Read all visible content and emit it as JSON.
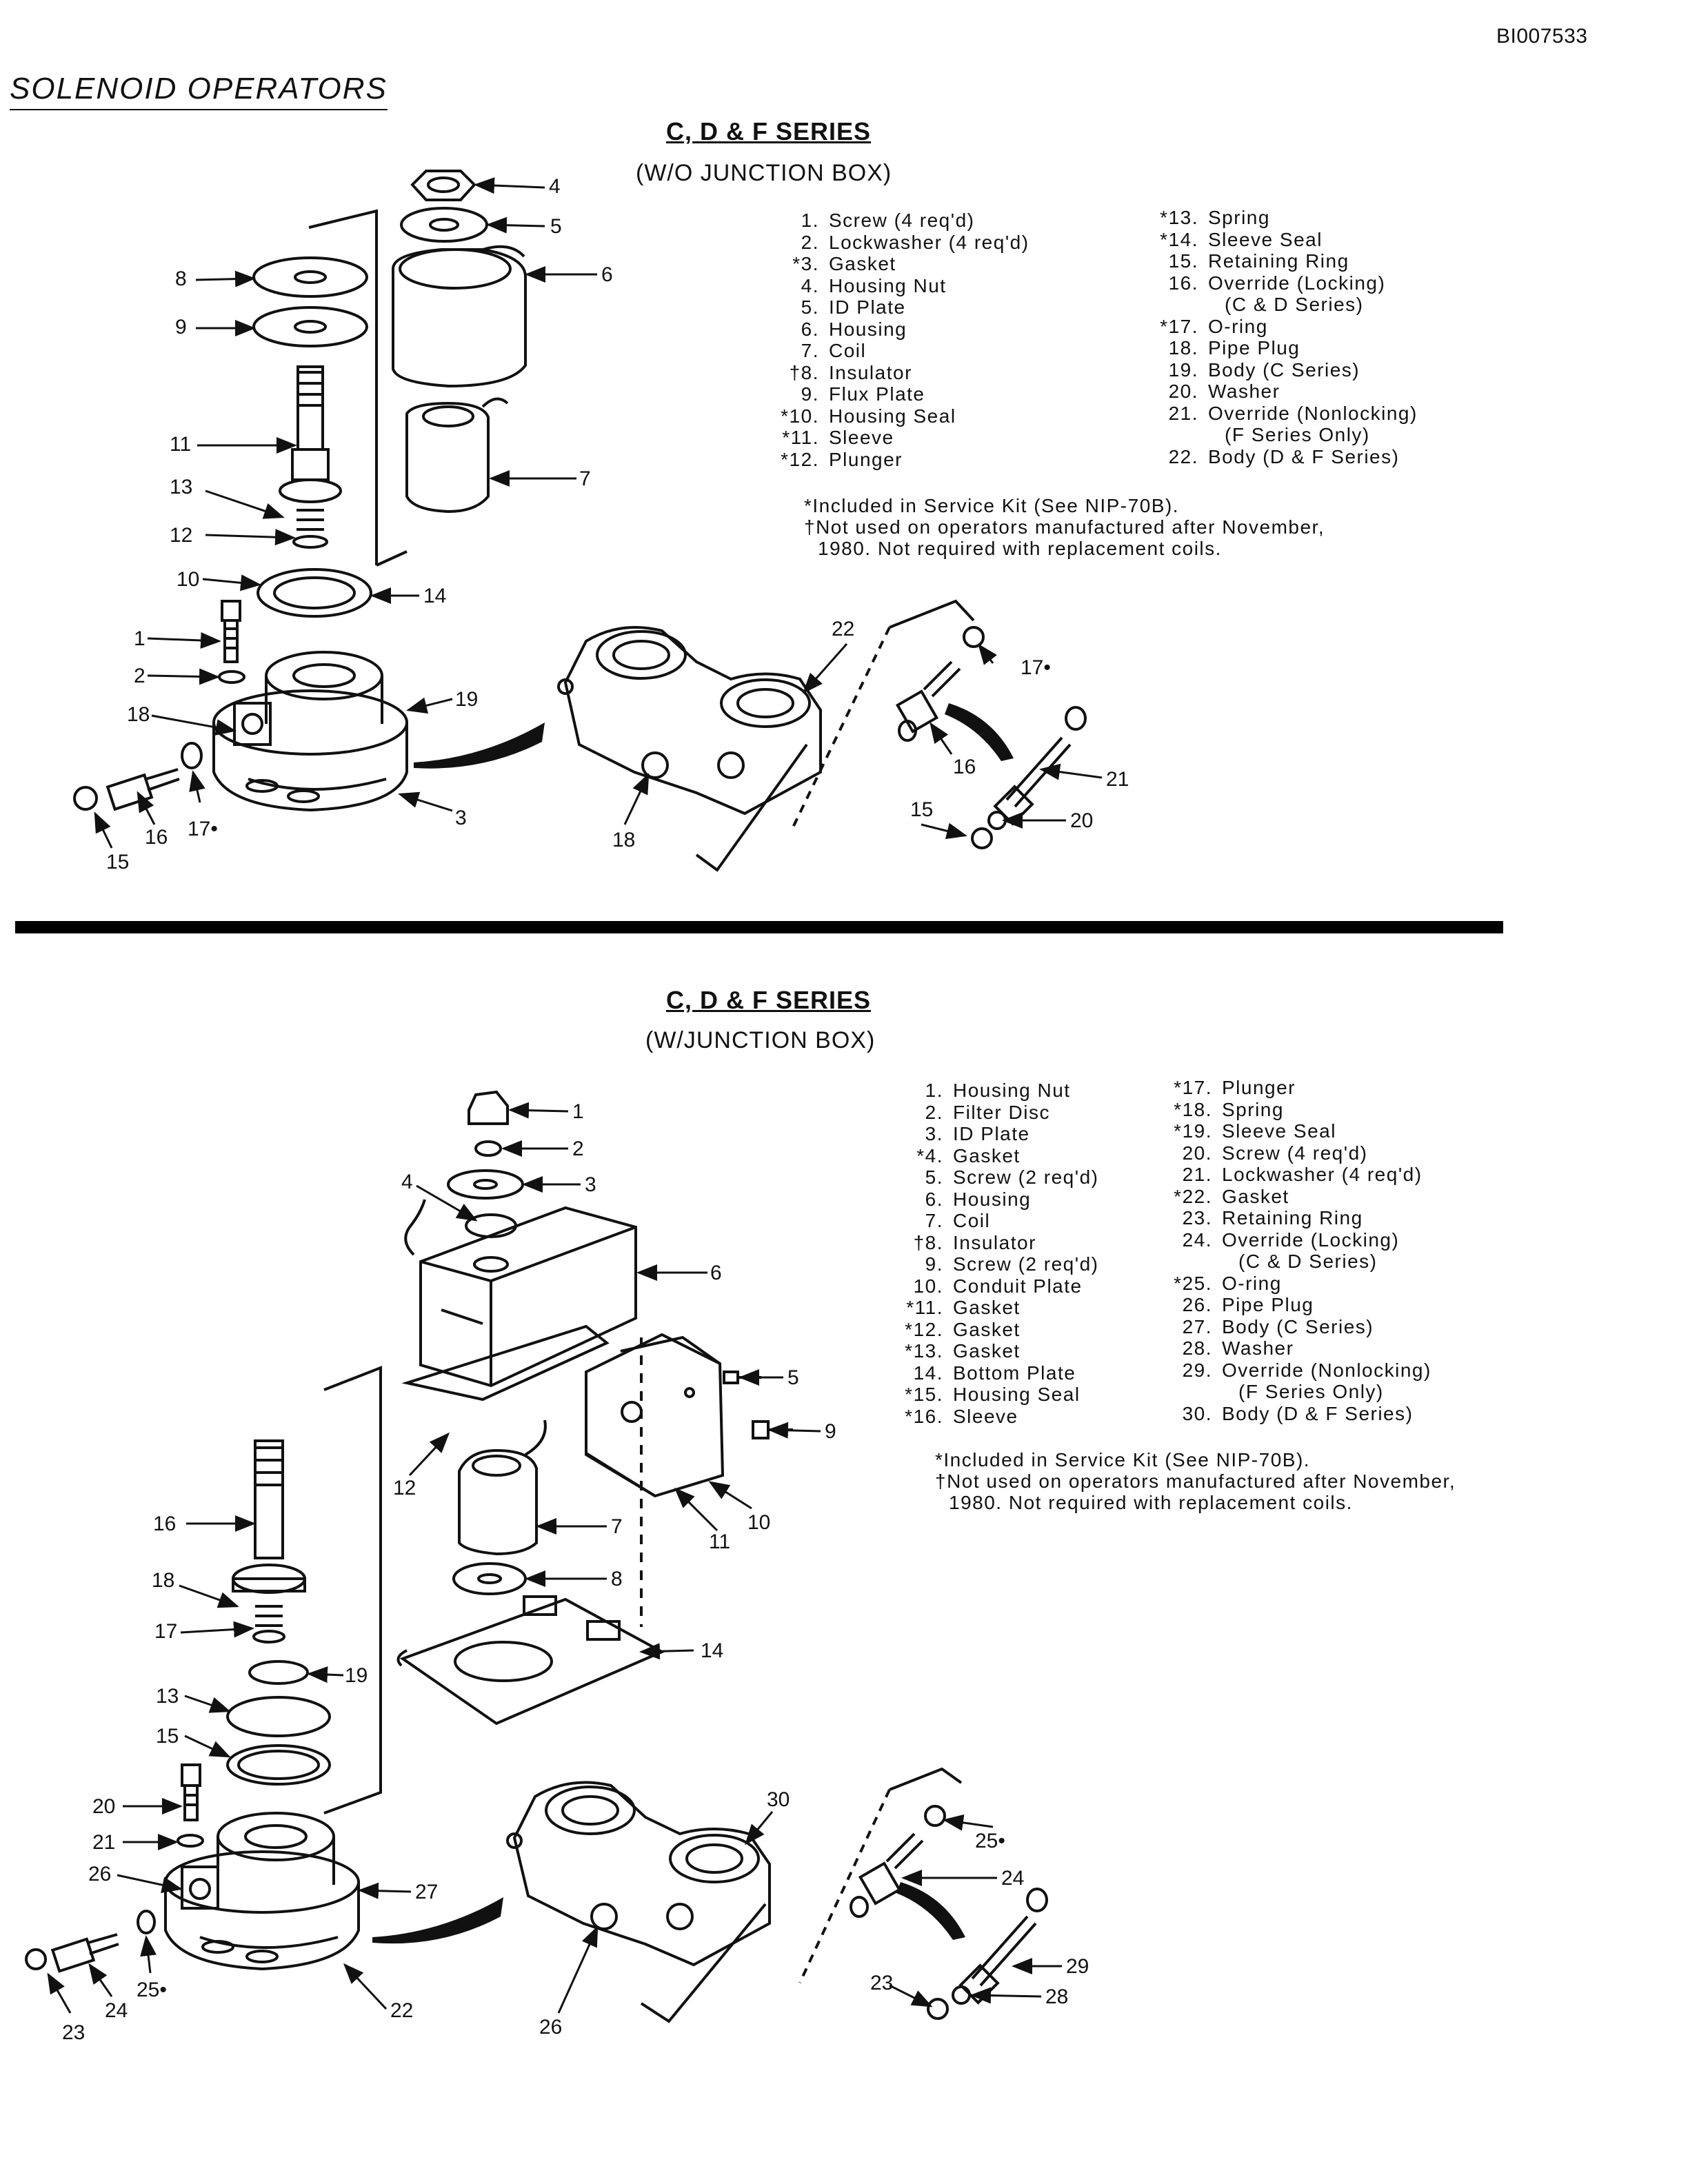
{
  "doc_id": "BI007533",
  "page_title": "SOLENOID OPERATORS",
  "sections": [
    {
      "title": "C, D & F SERIES",
      "subtitle": "(W/O JUNCTION BOX)",
      "parts_col1": [
        {
          "num": "1.",
          "name": "Screw (4 req'd)"
        },
        {
          "num": "2.",
          "name": "Lockwasher (4 req'd)"
        },
        {
          "num": "*3.",
          "name": "Gasket"
        },
        {
          "num": "4.",
          "name": "Housing Nut"
        },
        {
          "num": "5.",
          "name": "ID Plate"
        },
        {
          "num": "6.",
          "name": "Housing"
        },
        {
          "num": "7.",
          "name": "Coil"
        },
        {
          "num": "†8.",
          "name": "Insulator"
        },
        {
          "num": "9.",
          "name": "Flux Plate"
        },
        {
          "num": "*10.",
          "name": "Housing Seal"
        },
        {
          "num": "*11.",
          "name": "Sleeve"
        },
        {
          "num": "*12.",
          "name": "Plunger"
        }
      ],
      "parts_col2": [
        {
          "num": "*13.",
          "name": "Spring"
        },
        {
          "num": "*14.",
          "name": "Sleeve Seal"
        },
        {
          "num": "15.",
          "name": "Retaining Ring"
        },
        {
          "num": "16.",
          "name": "Override (Locking)"
        },
        {
          "num": "",
          "name": "(C & D Series)"
        },
        {
          "num": "*17.",
          "name": "O-ring"
        },
        {
          "num": "18.",
          "name": "Pipe Plug"
        },
        {
          "num": "19.",
          "name": "Body (C Series)"
        },
        {
          "num": "20.",
          "name": "Washer"
        },
        {
          "num": "21.",
          "name": "Override (Nonlocking)"
        },
        {
          "num": "",
          "name": "(F Series Only)"
        },
        {
          "num": "22.",
          "name": "Body (D & F Series)"
        }
      ],
      "note1": "*Included in Service Kit (See NIP-70B).",
      "note2": "†Not used on operators manufactured after November,",
      "note3": "1980. Not required with replacement coils."
    },
    {
      "title": "C, D & F SERIES",
      "subtitle": "(W/JUNCTION BOX)",
      "parts_col1": [
        {
          "num": "1.",
          "name": "Housing Nut"
        },
        {
          "num": "2.",
          "name": "Filter Disc"
        },
        {
          "num": "3.",
          "name": "ID Plate"
        },
        {
          "num": "*4.",
          "name": "Gasket"
        },
        {
          "num": "5.",
          "name": "Screw (2 req'd)"
        },
        {
          "num": "6.",
          "name": "Housing"
        },
        {
          "num": "7.",
          "name": "Coil"
        },
        {
          "num": "†8.",
          "name": "Insulator"
        },
        {
          "num": "9.",
          "name": "Screw (2 req'd)"
        },
        {
          "num": "10.",
          "name": "Conduit Plate"
        },
        {
          "num": "*11.",
          "name": "Gasket"
        },
        {
          "num": "*12.",
          "name": "Gasket"
        },
        {
          "num": "*13.",
          "name": "Gasket"
        },
        {
          "num": "14.",
          "name": "Bottom Plate"
        },
        {
          "num": "*15.",
          "name": "Housing Seal"
        },
        {
          "num": "*16.",
          "name": "Sleeve"
        }
      ],
      "parts_col2": [
        {
          "num": "*17.",
          "name": "Plunger"
        },
        {
          "num": "*18.",
          "name": "Spring"
        },
        {
          "num": "*19.",
          "name": "Sleeve Seal"
        },
        {
          "num": "20.",
          "name": "Screw (4 req'd)"
        },
        {
          "num": "21.",
          "name": "Lockwasher (4 req'd)"
        },
        {
          "num": "*22.",
          "name": "Gasket"
        },
        {
          "num": "23.",
          "name": "Retaining Ring"
        },
        {
          "num": "24.",
          "name": "Override (Locking)"
        },
        {
          "num": "",
          "name": "(C & D Series)"
        },
        {
          "num": "*25.",
          "name": "O-ring"
        },
        {
          "num": "26.",
          "name": "Pipe Plug"
        },
        {
          "num": "27.",
          "name": "Body (C Series)"
        },
        {
          "num": "28.",
          "name": "Washer"
        },
        {
          "num": "29.",
          "name": "Override (Nonlocking)"
        },
        {
          "num": "",
          "name": "(F Series Only)"
        },
        {
          "num": "30.",
          "name": "Body (D & F Series)"
        }
      ],
      "note1": "*Included in Service Kit (See NIP-70B).",
      "note2": "†Not used on operators manufactured after November,",
      "note3": "1980. Not required with replacement coils."
    }
  ],
  "callouts_top": [
    "4",
    "5",
    "6",
    "8",
    "9",
    "11",
    "13",
    "12",
    "7",
    "10",
    "14",
    "1",
    "2",
    "18",
    "19",
    "3",
    "16",
    "17•",
    "15",
    "22",
    "17•",
    "16",
    "21",
    "15",
    "20",
    "18"
  ],
  "callouts_bottom": [
    "1",
    "2",
    "3",
    "4",
    "6",
    "5",
    "9",
    "12",
    "10",
    "11",
    "7",
    "8",
    "16",
    "18",
    "17",
    "14",
    "19",
    "13",
    "15",
    "20",
    "21",
    "26",
    "27",
    "22",
    "25•",
    "23",
    "24",
    "30",
    "25•",
    "24",
    "29",
    "23",
    "28",
    "26"
  ]
}
